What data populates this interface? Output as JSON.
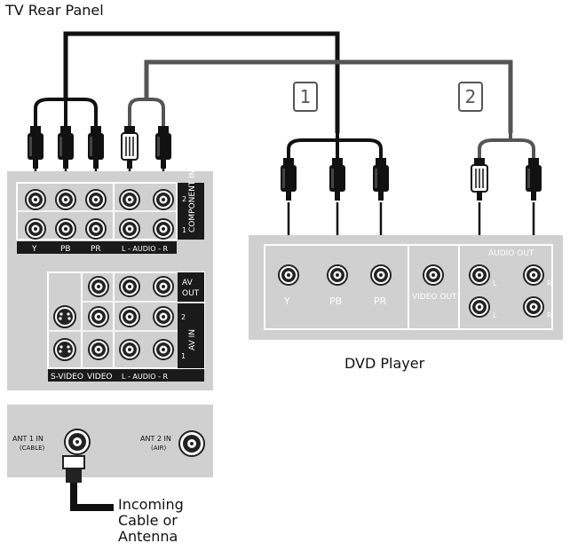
{
  "title": "TV Rear Panel",
  "dvd_player_label": "DVD Player",
  "incoming_label": [
    "Incoming",
    "Cable or",
    "Antenna"
  ],
  "steps": [
    "1",
    "2"
  ],
  "tv_panel": {
    "component_in_label": "COMPONENT IN",
    "component_row_numbers": [
      "2",
      "1"
    ],
    "component_jacks": [
      "Y",
      "PB",
      "PR"
    ],
    "audio_label": "L - AUDIO - R",
    "audio_l": "L",
    "audio_r": "R",
    "av_out_label": "AV OUT",
    "av_in_label": "AV IN",
    "av_row_numbers": [
      "2",
      "1"
    ],
    "bottom_labels": [
      "S-VIDEO",
      "VIDEO"
    ]
  },
  "antenna_panel": {
    "ant1_label": "ANT 1 IN",
    "ant1_sub": "(CABLE)",
    "ant2_label": "ANT 2 IN",
    "ant2_sub": "(AIR)"
  },
  "dvd_panel": {
    "component_labels": [
      "Y",
      "PB",
      "PR"
    ],
    "video_out_label": "VIDEO OUT",
    "audio_out_label": "AUDIO OUT",
    "audio_l": "L",
    "audio_r": "R"
  },
  "colors": {
    "panel": "#d0d0d0",
    "panel_border": "#ffffff",
    "cable": "#111111",
    "cable_gray": "#555555",
    "label_bar": "#1a1a1a"
  }
}
